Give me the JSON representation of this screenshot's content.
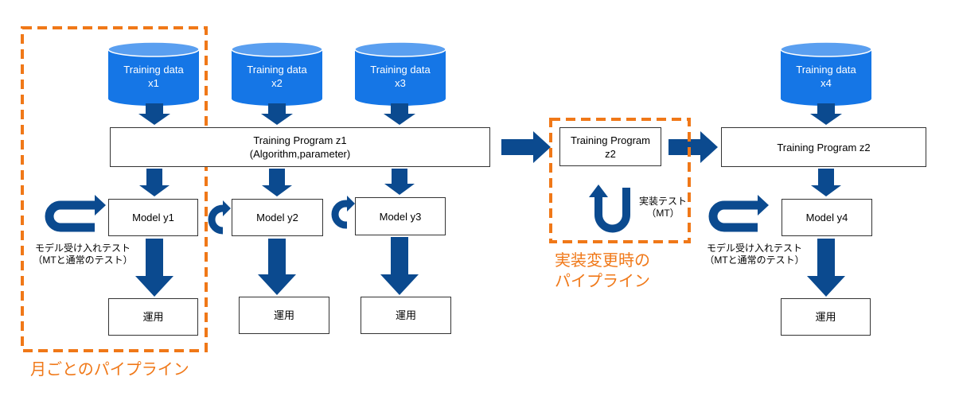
{
  "colors": {
    "cylinder": "#1576e6",
    "arrow": "#0b4a8f",
    "loop": "#0b4a8f",
    "dashed_border": "#f07818",
    "box_border": "#333333"
  },
  "data_sources": [
    {
      "line1": "Training data",
      "line2": "x1"
    },
    {
      "line1": "Training data",
      "line2": "x2"
    },
    {
      "line1": "Training data",
      "line2": "x3"
    },
    {
      "line1": "Training data",
      "line2": "x4"
    }
  ],
  "programs": {
    "z1": {
      "line1": "Training Program z1",
      "line2": "(Algorithm,parameter)"
    },
    "z2_small": {
      "line1": "Training Program",
      "line2": "z2"
    },
    "z2": {
      "line1": "Training Program z2"
    }
  },
  "models": [
    "Model y1",
    "Model y2",
    "Model y3",
    "Model y4"
  ],
  "operations": [
    "運用",
    "運用",
    "運用",
    "運用"
  ],
  "notes": {
    "acceptance_test_left": {
      "line1": "モデル受け入れテスト",
      "line2": "（MTと通常のテスト）"
    },
    "acceptance_test_right": {
      "line1": "モデル受け入れテスト",
      "line2": "（MTと通常のテスト）"
    },
    "impl_test": {
      "line1": "実装テスト",
      "line2": "（MT）"
    }
  },
  "group_labels": {
    "monthly": "月ごとのパイプライン",
    "impl_change_line1": "実装変更時の",
    "impl_change_line2": "パイプライン"
  }
}
